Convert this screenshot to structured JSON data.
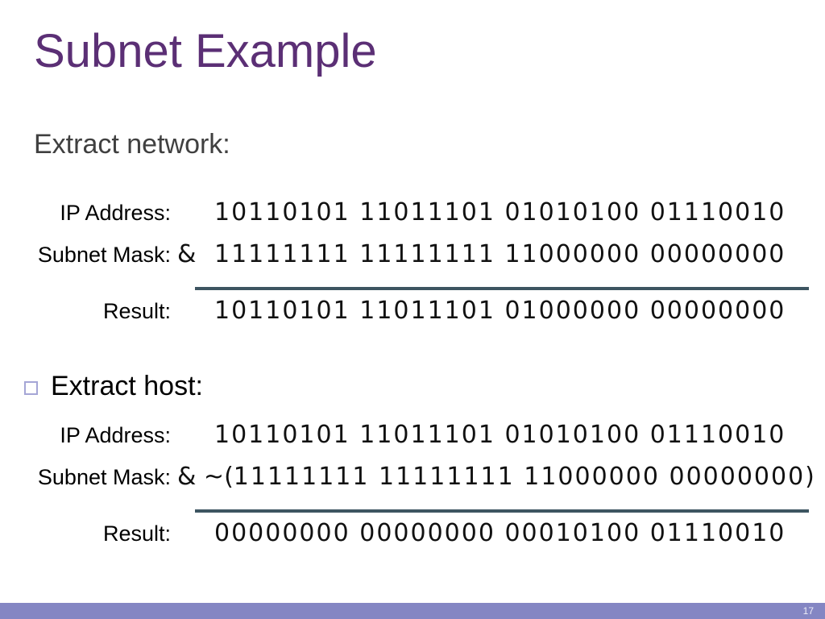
{
  "slide": {
    "title": "Subnet Example",
    "page_number": "17",
    "colors": {
      "title_purple": "#5b2f75",
      "heading_gray": "#404040",
      "rule_line": "#3d5561",
      "footer_bar": "#8486c3",
      "bullet_border": "#a5a6d6"
    },
    "sections": [
      {
        "heading": "Extract network:",
        "rows": [
          {
            "label": "IP Address:",
            "operator": "",
            "value": "10110101 11011101 01010100 01110010"
          },
          {
            "label": "Subnet Mask:",
            "operator": "&",
            "value": "11111111 11111111 11000000 00000000"
          },
          {
            "label": "Result:",
            "operator": "",
            "value": "10110101 11011101 01000000 00000000"
          }
        ]
      },
      {
        "heading": "Extract host:",
        "rows": [
          {
            "label": "IP Address:",
            "operator": "",
            "value": "10110101 11011101 01010100 01110010"
          },
          {
            "label": "Subnet Mask:",
            "operator": "& ~(",
            "value": "11111111 11111111 11000000 00000000)"
          },
          {
            "label": "Result:",
            "operator": "",
            "value": "00000000 00000000 00010100 01110010"
          }
        ]
      }
    ]
  }
}
